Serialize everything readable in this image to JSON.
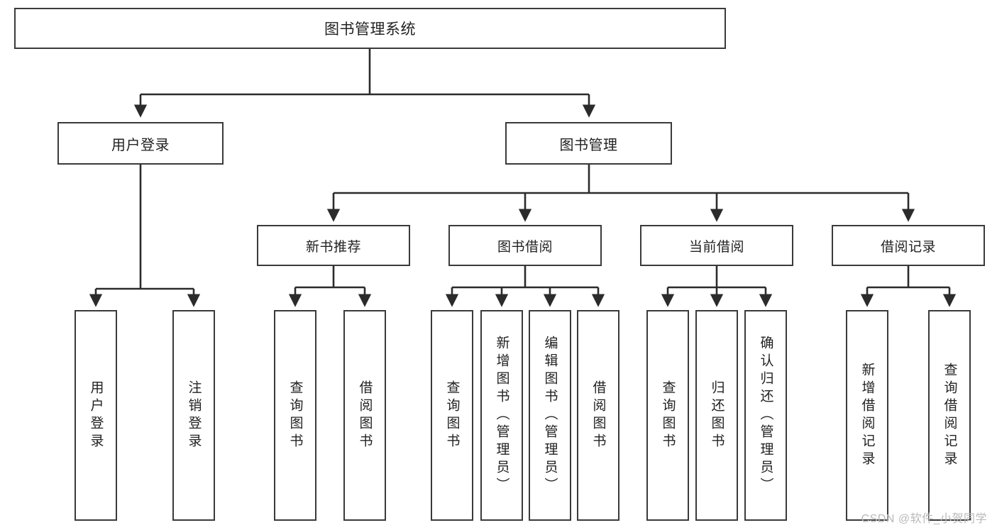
{
  "diagram": {
    "type": "tree",
    "title": "图书管理系统",
    "watermark": "CSDN @软件_小贺同学",
    "colors": {
      "box_border": "#3a3a3a",
      "box_fill": "#ffffff",
      "connector": "#2b2b2b",
      "text": "#222222",
      "watermark": "#b9b9b9"
    },
    "root": {
      "label": "图书管理系统"
    },
    "level2": [
      {
        "label": "用户登录"
      },
      {
        "label": "图书管理"
      }
    ],
    "level3": [
      {
        "label": "新书推荐"
      },
      {
        "label": "图书借阅"
      },
      {
        "label": "当前借阅"
      },
      {
        "label": "借阅记录"
      }
    ],
    "leaves": {
      "user_login": [
        {
          "label": "用户登录"
        },
        {
          "label": "注销登录"
        }
      ],
      "new_book": [
        {
          "label": "查询图书"
        },
        {
          "label": "借阅图书"
        }
      ],
      "book_borrow": [
        {
          "label": "查询图书"
        },
        {
          "label": "新增图书（管理员）"
        },
        {
          "label": "编辑图书（管理员）"
        },
        {
          "label": "借阅图书"
        }
      ],
      "current_borrow": [
        {
          "label": "查询图书"
        },
        {
          "label": "归还图书"
        },
        {
          "label": "确认归还（管理员）"
        }
      ],
      "borrow_record": [
        {
          "label": "新增借阅记录"
        },
        {
          "label": "查询借阅记录"
        }
      ]
    }
  }
}
